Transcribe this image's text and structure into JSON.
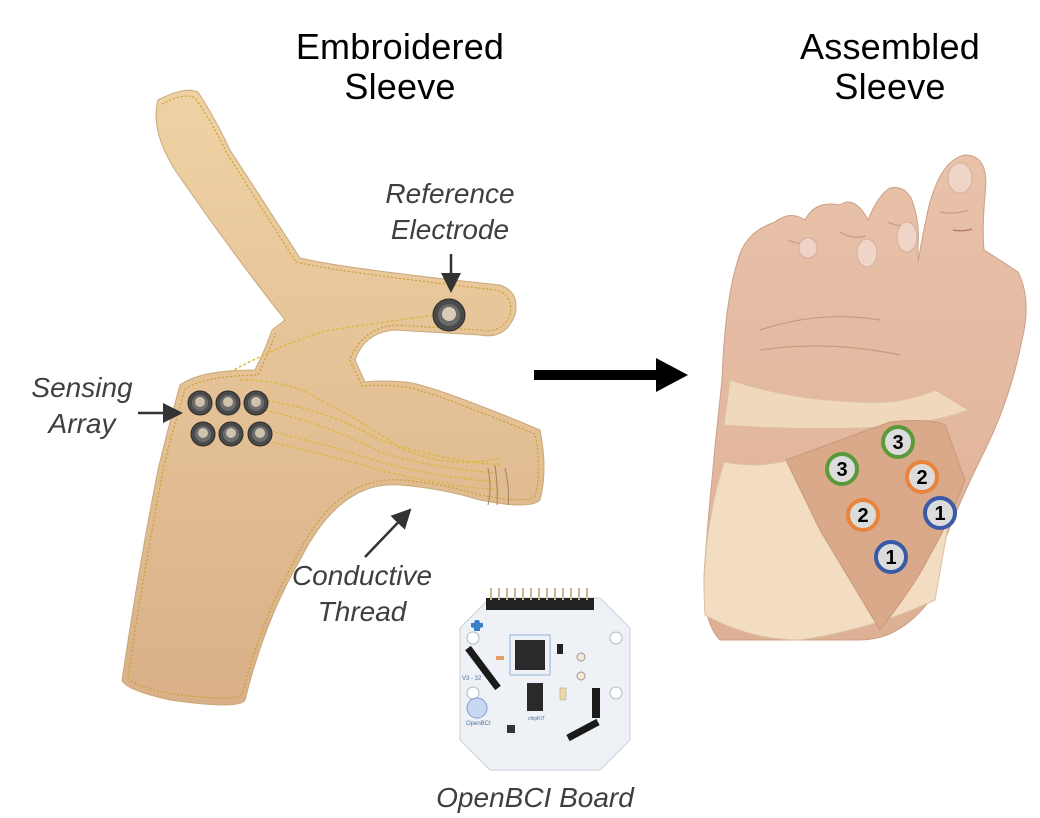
{
  "figure": {
    "left_panel": {
      "title_line1": "Embroidered",
      "title_line2": "Sleeve"
    },
    "right_panel": {
      "title_line1": "Assembled",
      "title_line2": "Sleeve"
    },
    "annotations": {
      "reference_electrode": {
        "line1": "Reference",
        "line2": "Electrode"
      },
      "sensing_array": {
        "line1": "Sensing",
        "line2": "Array"
      },
      "conductive_thread": {
        "line1": "Conductive",
        "line2": "Thread"
      },
      "openbci_board": {
        "line1": "OpenBCI Board"
      }
    },
    "board_text": {
      "version": "V3 - 32",
      "brand": "OpenBCI",
      "chip": "chipKIT"
    },
    "electrode_markers": [
      {
        "number": "3",
        "channel": 3,
        "color": "#5a9a3a"
      },
      {
        "number": "3",
        "channel": 3,
        "color": "#5a9a3a"
      },
      {
        "number": "2",
        "channel": 2,
        "color": "#e8843c"
      },
      {
        "number": "2",
        "channel": 2,
        "color": "#e8843c"
      },
      {
        "number": "1",
        "channel": 1,
        "color": "#3a5aa8"
      },
      {
        "number": "1",
        "channel": 1,
        "color": "#3a5aa8"
      }
    ],
    "colors": {
      "fabric": "#e8c898",
      "fabric_dark": "#d8b080",
      "thread": "#d9b840",
      "skin": "#e8c0a8",
      "sleeve_band": "#f0d8bc",
      "sleeve_patch": "#d9a888",
      "marker_fill": "#dcdcdc"
    }
  }
}
